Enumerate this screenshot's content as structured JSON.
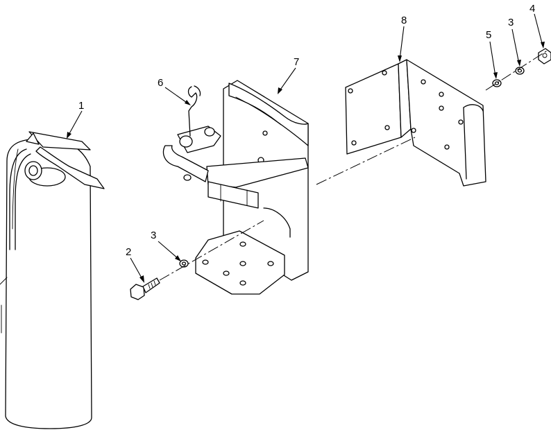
{
  "diagram": {
    "callouts": [
      {
        "id": "1",
        "label": "1"
      },
      {
        "id": "2",
        "label": "2"
      },
      {
        "id": "3a",
        "label": "3"
      },
      {
        "id": "3b",
        "label": "3"
      },
      {
        "id": "4",
        "label": "4"
      },
      {
        "id": "5",
        "label": "5"
      },
      {
        "id": "6",
        "label": "6"
      },
      {
        "id": "7",
        "label": "7"
      },
      {
        "id": "8",
        "label": "8"
      }
    ]
  },
  "colors": {
    "line": "#000000",
    "background": "#ffffff"
  }
}
